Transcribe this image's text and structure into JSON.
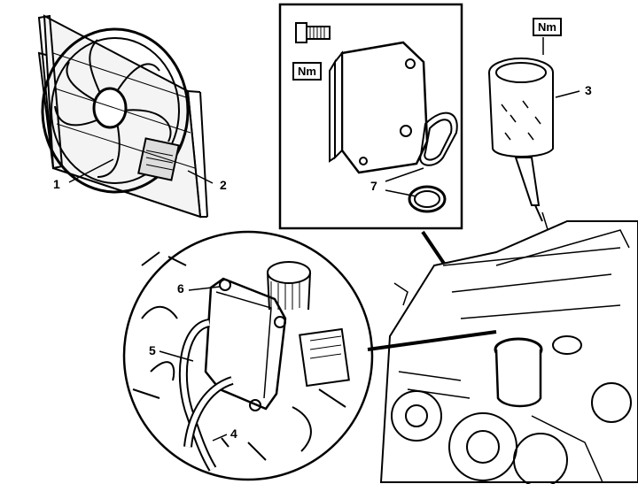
{
  "callouts": {
    "c1": "1",
    "c2": "2",
    "c3": "3",
    "c4": "4",
    "c5": "5",
    "c6": "6",
    "c7": "7"
  },
  "torque_badges": {
    "inset": "Nm",
    "filter": "Nm"
  },
  "colors": {
    "line": "#000000",
    "background": "#ffffff"
  }
}
